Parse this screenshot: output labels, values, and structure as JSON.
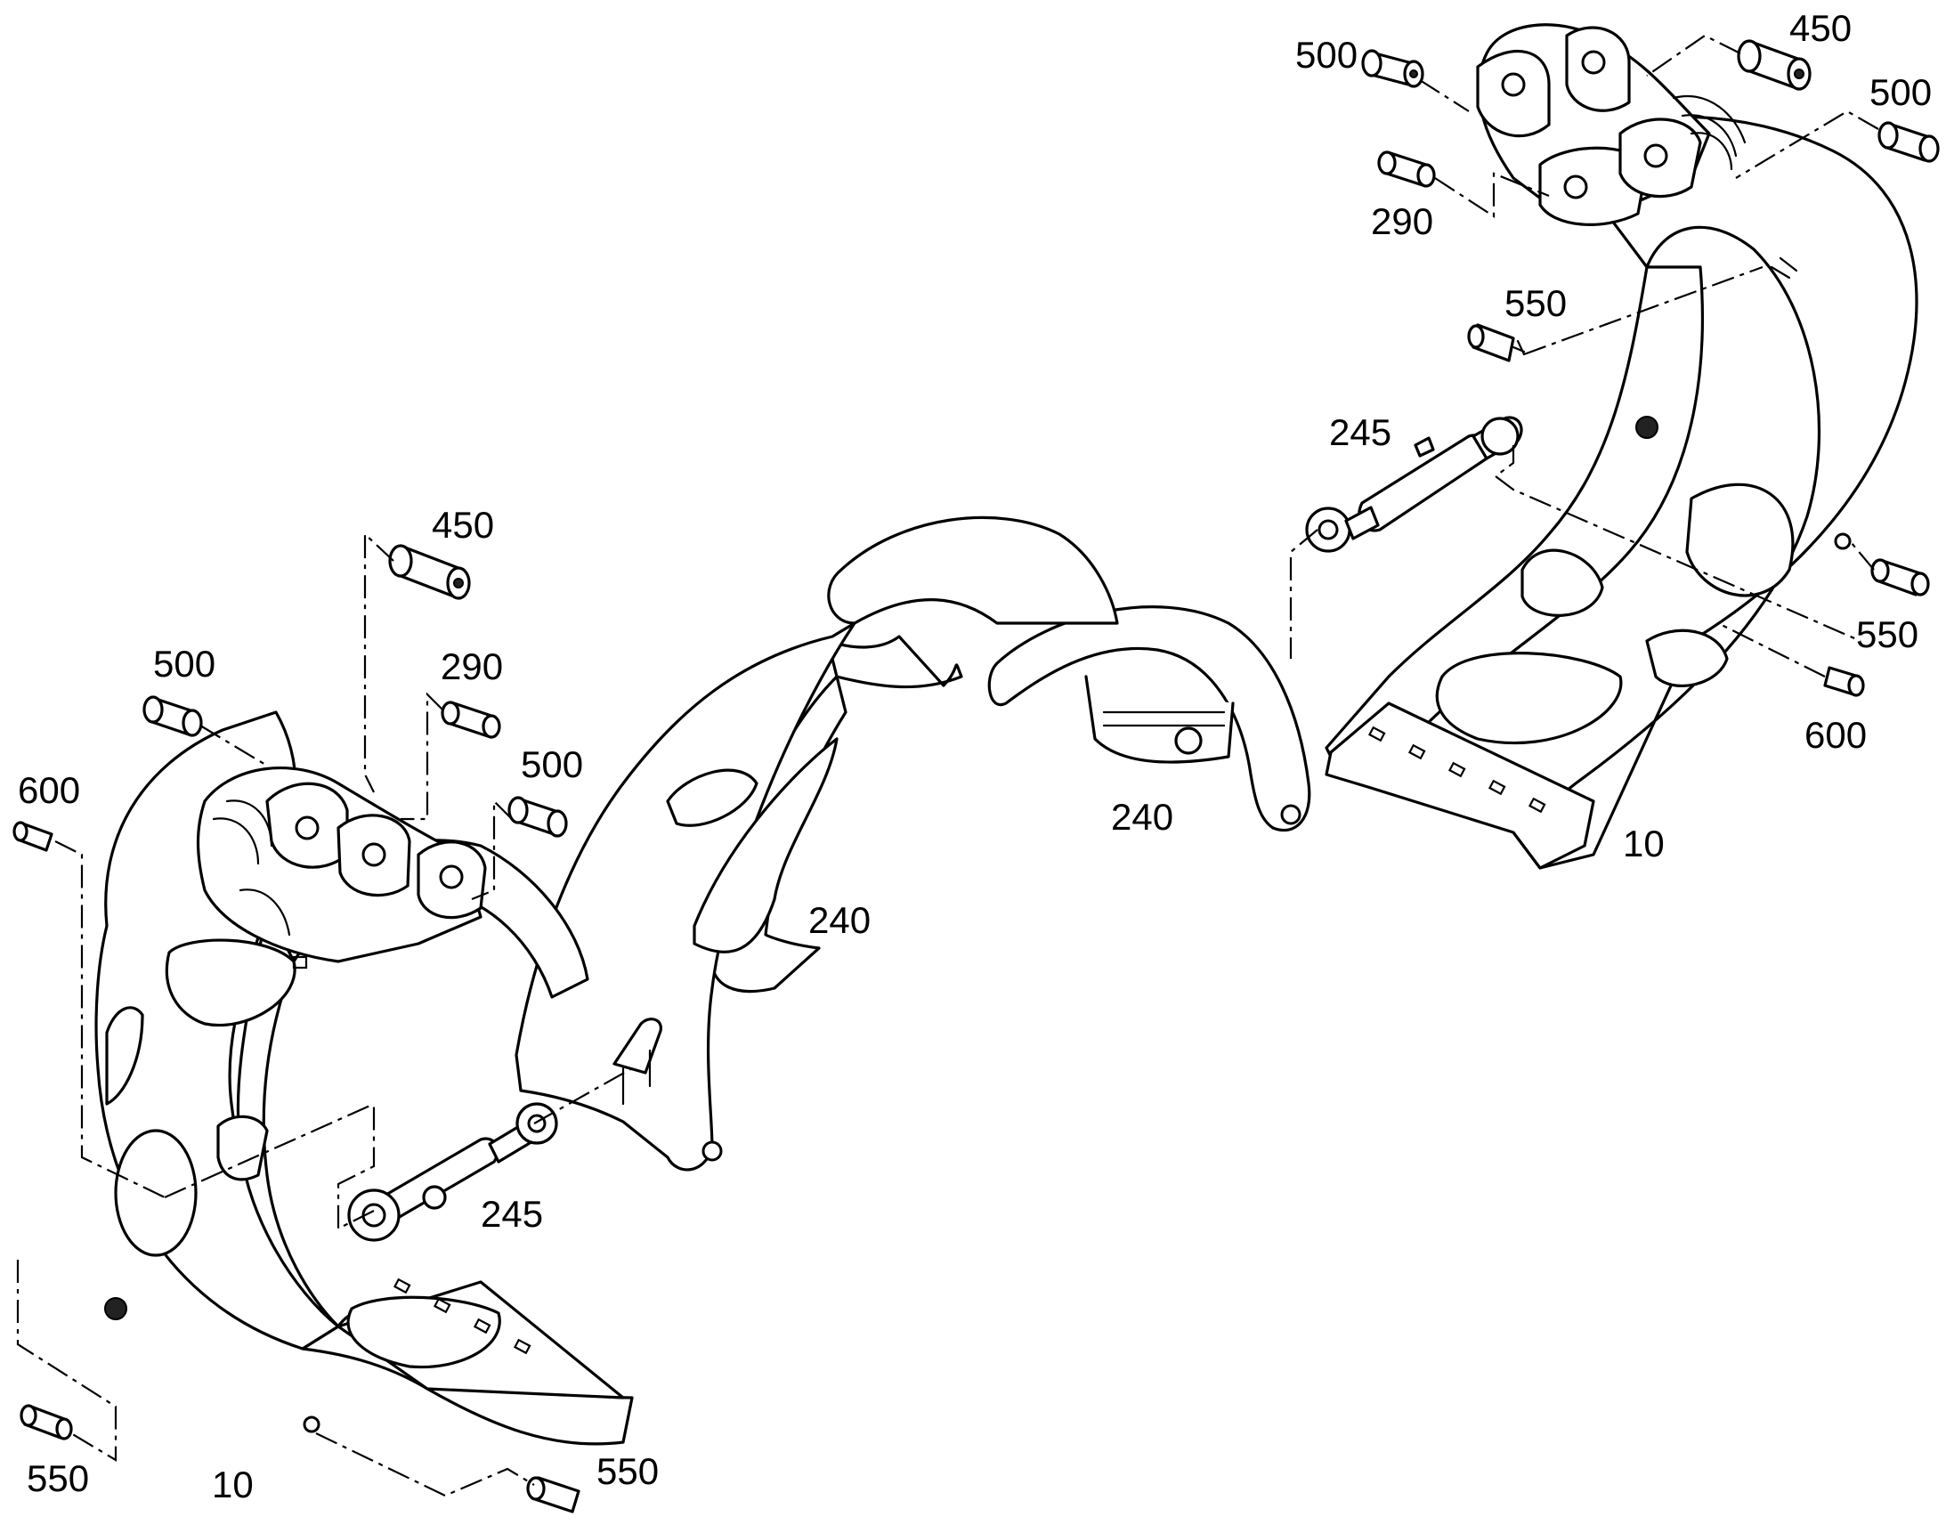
{
  "diagram": {
    "type": "exploded parts diagram",
    "callouts": {
      "c500_top_left": "500",
      "c450_top_right": "450",
      "c500_top_right": "500",
      "c290_top": "290",
      "c550_top": "550",
      "c245_top": "245",
      "c550_right": "550",
      "c600_right": "600",
      "c10_right": "10",
      "c240_right": "240",
      "c240_center": "240",
      "c450_mid": "450",
      "c500_mid_left": "500",
      "c290_mid": "290",
      "c500_mid_right": "500",
      "c600_left": "600",
      "c245_bottom": "245",
      "c550_bottom_left": "550",
      "c10_bottom": "10",
      "c550_bottom_right": "550"
    }
  }
}
